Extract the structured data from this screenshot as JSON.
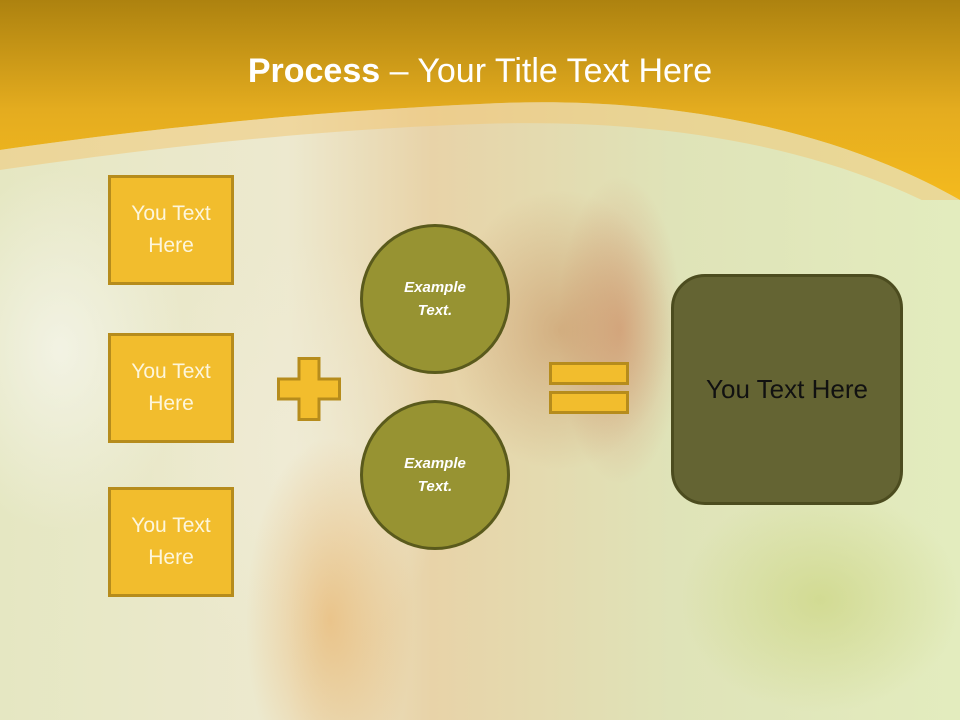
{
  "slide": {
    "title": {
      "bold": "Process",
      "rest": " – Your Title Text Here"
    },
    "left_boxes": [
      {
        "label": "You Text Here"
      },
      {
        "label": "You Text Here"
      },
      {
        "label": "You Text Here"
      }
    ],
    "circles": [
      {
        "label": "Example Text."
      },
      {
        "label": "Example Text."
      }
    ],
    "operators": {
      "plus": "plus-icon",
      "equals": "equals-icon"
    },
    "result_box": {
      "label": "You Text Here"
    },
    "colors": {
      "header_top": "#ad820f",
      "header_bottom": "#f2b81e",
      "box_fill": "#f2bd2d",
      "box_border": "#b68c1c",
      "circle_fill": "#979332",
      "circle_border": "#5a5a1c",
      "result_fill": "#646433",
      "result_text": "#111111"
    }
  }
}
